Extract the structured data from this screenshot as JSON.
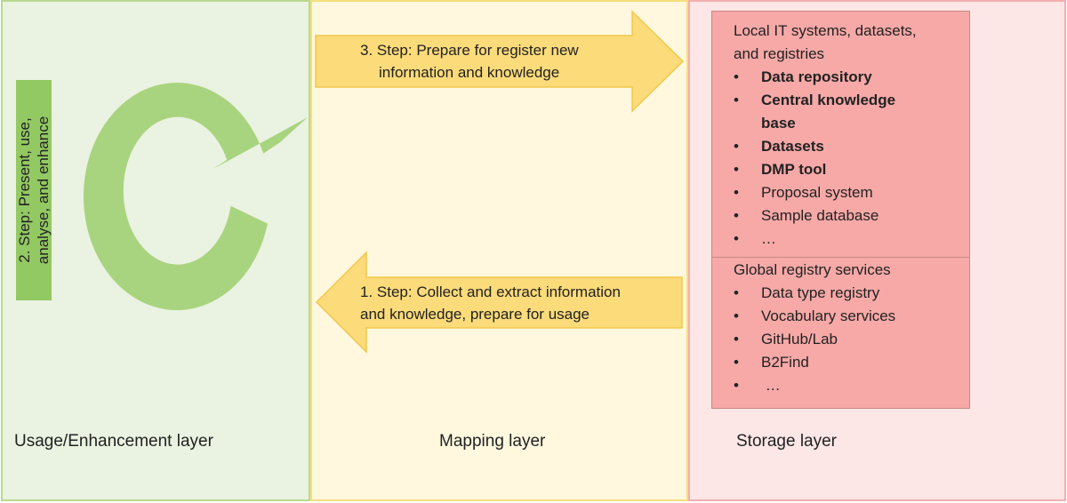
{
  "layers": {
    "usage": {
      "label": "Usage/Enhancement layer"
    },
    "mapping": {
      "label": "Mapping layer"
    },
    "storage": {
      "label": "Storage layer"
    }
  },
  "steps": {
    "step1": {
      "line1": "1. Step: Collect and extract information",
      "line2": "and knowledge, prepare for usage",
      "direction": "left"
    },
    "step2": {
      "line1": "2. Step: Present, use,",
      "line2": "analyse, and enhance"
    },
    "step3": {
      "line1": "3. Step: Prepare for register new",
      "line2": "information and knowledge",
      "direction": "right"
    }
  },
  "storage": {
    "local": {
      "title_line1": "Local IT systems, datasets,",
      "title_line2": "and registries",
      "items": [
        {
          "text": "Data repository",
          "bold": true
        },
        {
          "text": "Central knowledge",
          "bold": true
        },
        {
          "text": "base",
          "bold": true,
          "continuation": true
        },
        {
          "text": "Datasets",
          "bold": true
        },
        {
          "text": "DMP tool",
          "bold": true
        },
        {
          "text": "Proposal system",
          "bold": false
        },
        {
          "text": "Sample database",
          "bold": false
        },
        {
          "text": "…",
          "bold": false
        }
      ]
    },
    "global": {
      "title": "Global registry services",
      "items": [
        {
          "text": "Data type registry"
        },
        {
          "text": "Vocabulary services"
        },
        {
          "text": "GitHub/Lab"
        },
        {
          "text": "B2Find"
        },
        {
          "text": " …"
        }
      ]
    },
    "bullet": "•"
  },
  "colors": {
    "usage_bg": "#eaf2e1",
    "mapping_bg": "#fff8df",
    "storage_bg": "#fde6e6",
    "arrow_fill": "#fbdb7a",
    "cycle_fill": "#a9d47f",
    "storage_box": "#f6a9a7",
    "highlight_ellipse": "#c00000"
  },
  "icons": {
    "cycle": "circular-arrow-icon",
    "step1_arrow": "left-arrow-icon",
    "step3_arrow": "right-arrow-icon"
  }
}
